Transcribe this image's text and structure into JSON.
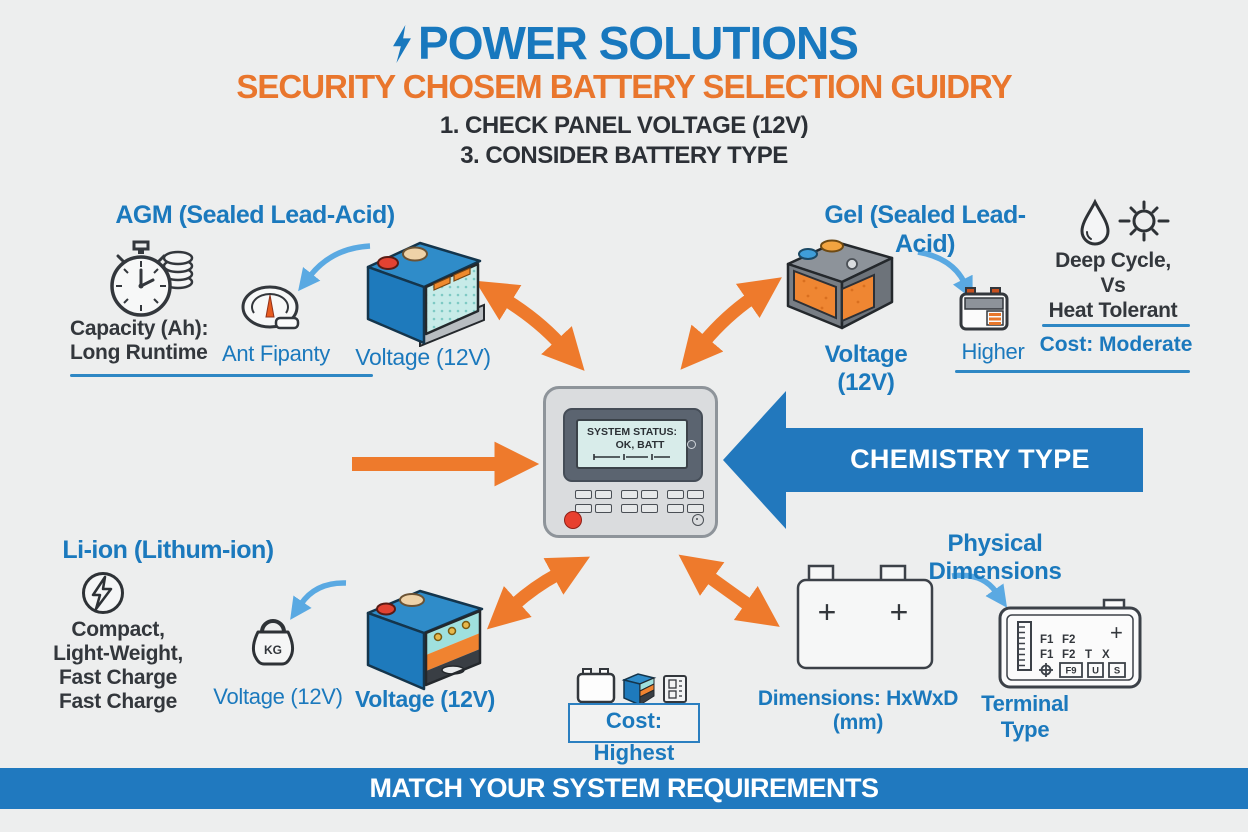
{
  "header": {
    "title": "POWER SOLUTIONS",
    "subtitle": "SECURITY CHOSEM BATTERY SELECTION GUIDRY",
    "step1": "1. CHECK PANEL VOLTAGE (12V)",
    "step2": "3. CONSIDER BATTERY TYPE"
  },
  "agm": {
    "heading": "AGM (Sealed Lead-Acid)",
    "capacity_line1": "Capacity (Ah):",
    "capacity_line2": "Long Runtime",
    "gauge_label": "Ant Fipanty",
    "voltage_label": "Voltage (12V)"
  },
  "gel": {
    "heading": "Gel (Sealed Lead-Acid)",
    "voltage_label": "Voltage (12V)",
    "higher_label": "Higher",
    "trait_line1": "Deep Cycle,",
    "trait_line2": "Vs",
    "trait_line3": "Heat Tolerant",
    "cost_label": "Cost: Moderate"
  },
  "device": {
    "screen_line1": "SYSTEM STATUS:",
    "screen_line2": "OK, BATT"
  },
  "chemistry": {
    "label": "CHEMISTRY TYPE"
  },
  "liion": {
    "heading": "Li-ion (Lithum-ion)",
    "trait_line1": "Compact,",
    "trait_line2": "Light-Weight,",
    "trait_line3": "Fast Charge",
    "trait_line4": "Fast Charge",
    "kg_label": "KG",
    "weight_voltage_label": "Voltage (12V)",
    "battery_voltage_label": "Voltage (12V)",
    "cost_label": "Cost: Highest"
  },
  "dimensions": {
    "heading": "Physical Dimensions",
    "dims_label": "Dimensions: HxWxD (mm)",
    "terminal_label": "Terminal Type",
    "battery_plus": "+",
    "plate": {
      "row1_a": "F1",
      "row1_b": "F2",
      "plus": "+",
      "row2_a": "F1",
      "row2_b": "F2",
      "row2_c": "T",
      "row2_d": "X",
      "badge1": "F9",
      "badge2": "U",
      "badge3": "S"
    }
  },
  "footer": {
    "label": "MATCH YOUR SYSTEM REQUIREMENTS"
  },
  "colors": {
    "heading_blue": "#1b79bd",
    "title_blue": "#1878be",
    "accent_orange": "#e9762d",
    "arrow_orange": "#ee7a2c",
    "dark_text": "#2c3036",
    "bar_blue": "#2079bf",
    "background": "#edeeee",
    "lcd_screen": "#d8ecea"
  }
}
